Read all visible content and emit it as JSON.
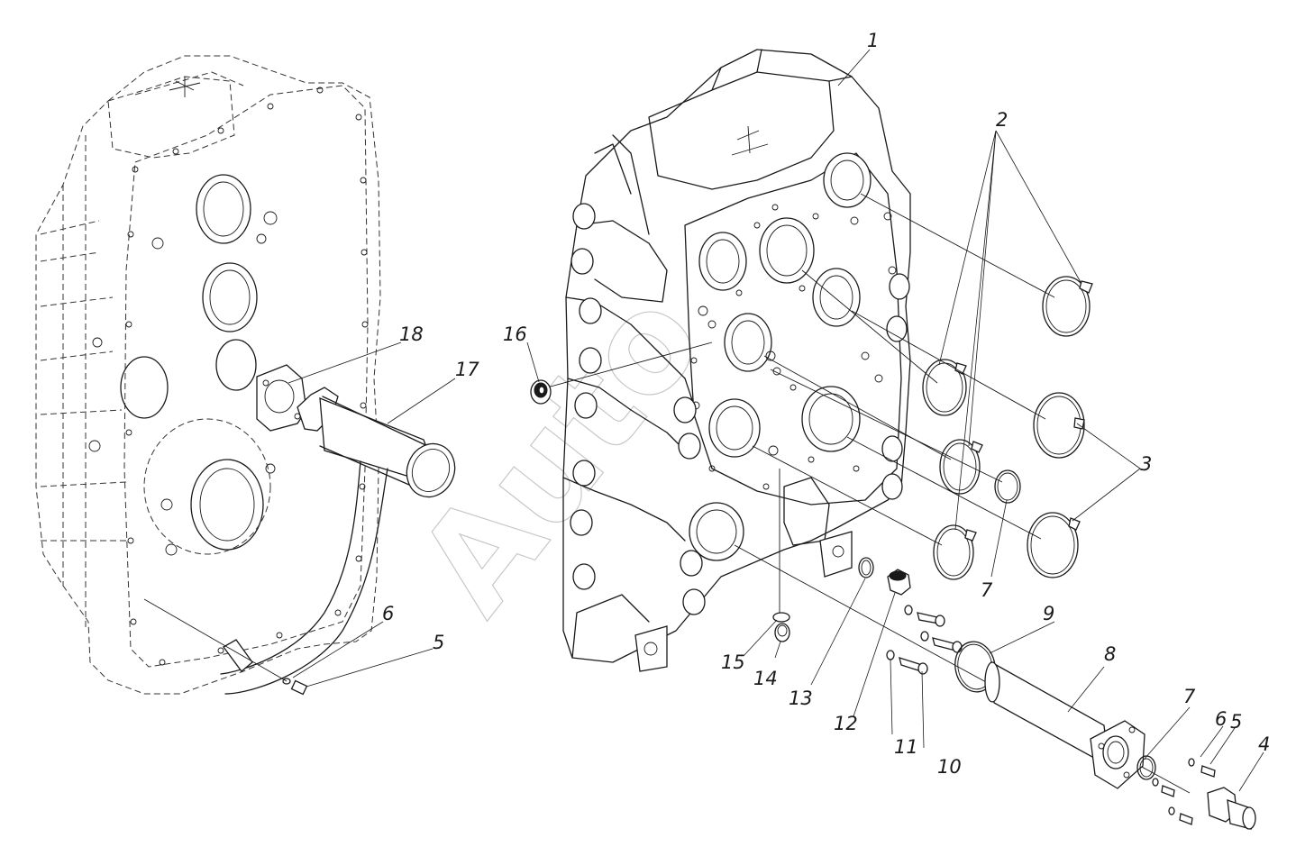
{
  "watermark": "Auto",
  "callouts": {
    "n1": "1",
    "n2": "2",
    "n3": "3",
    "n4": "4",
    "n5a": "5",
    "n5b": "5",
    "n6a": "6",
    "n6b": "6",
    "n7a": "7",
    "n7b": "7",
    "n8": "8",
    "n9": "9",
    "n10": "10",
    "n11": "11",
    "n12": "12",
    "n13": "13",
    "n14": "14",
    "n15": "15",
    "n16": "16",
    "n17": "17",
    "n18": "18"
  },
  "colors": {
    "line": "#1a1a1a",
    "background": "#ffffff",
    "watermark": "#9a9a9a"
  }
}
